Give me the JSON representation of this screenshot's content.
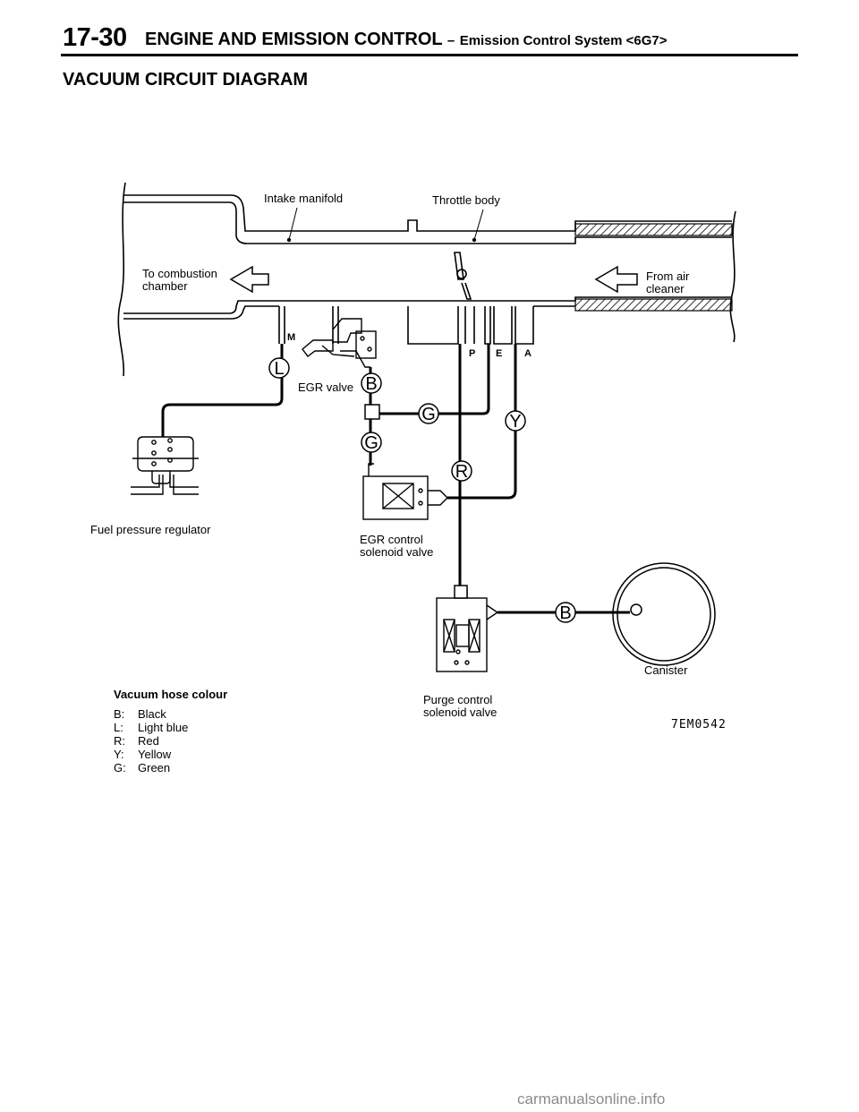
{
  "header": {
    "page_number": "17-30",
    "title": "ENGINE AND EMISSION CONTROL",
    "dash": "–",
    "subtitle": "Emission Control System <6G7>"
  },
  "section_title": "VACUUM CIRCUIT DIAGRAM",
  "labels": {
    "intake_manifold": "Intake manifold",
    "throttle_body": "Throttle body",
    "to_combustion_1": "To  combustion",
    "to_combustion_2": "chamber",
    "from_air_1": "From air",
    "from_air_2": "cleaner",
    "egr_valve": "EGR valve",
    "fuel_pressure_regulator": "Fuel   pressure  regulator",
    "egr_control_1": "EGR control",
    "egr_control_2": "solenoid valve",
    "purge_control_1": "Purge control",
    "purge_control_2": "solenoid  valve",
    "canister": "Canister",
    "figure_code": "7EM0542"
  },
  "ports": {
    "m": "M",
    "p": "P",
    "e": "E",
    "a": "A"
  },
  "hose_codes": {
    "l": "L",
    "b_egr": "B",
    "g_upper": "G",
    "g_lower": "G",
    "y": "Y",
    "r": "R",
    "b_canister": "B"
  },
  "legend": {
    "title": "Vacuum  hose  colour",
    "items": [
      {
        "code": "B:",
        "colour": "Black"
      },
      {
        "code": "L:",
        "colour": "Light blue"
      },
      {
        "code": "R:",
        "colour": "Red"
      },
      {
        "code": "Y:",
        "colour": "Yellow"
      },
      {
        "code": "G:",
        "colour": "Green"
      }
    ]
  },
  "watermark": "carmanualsonline.info"
}
